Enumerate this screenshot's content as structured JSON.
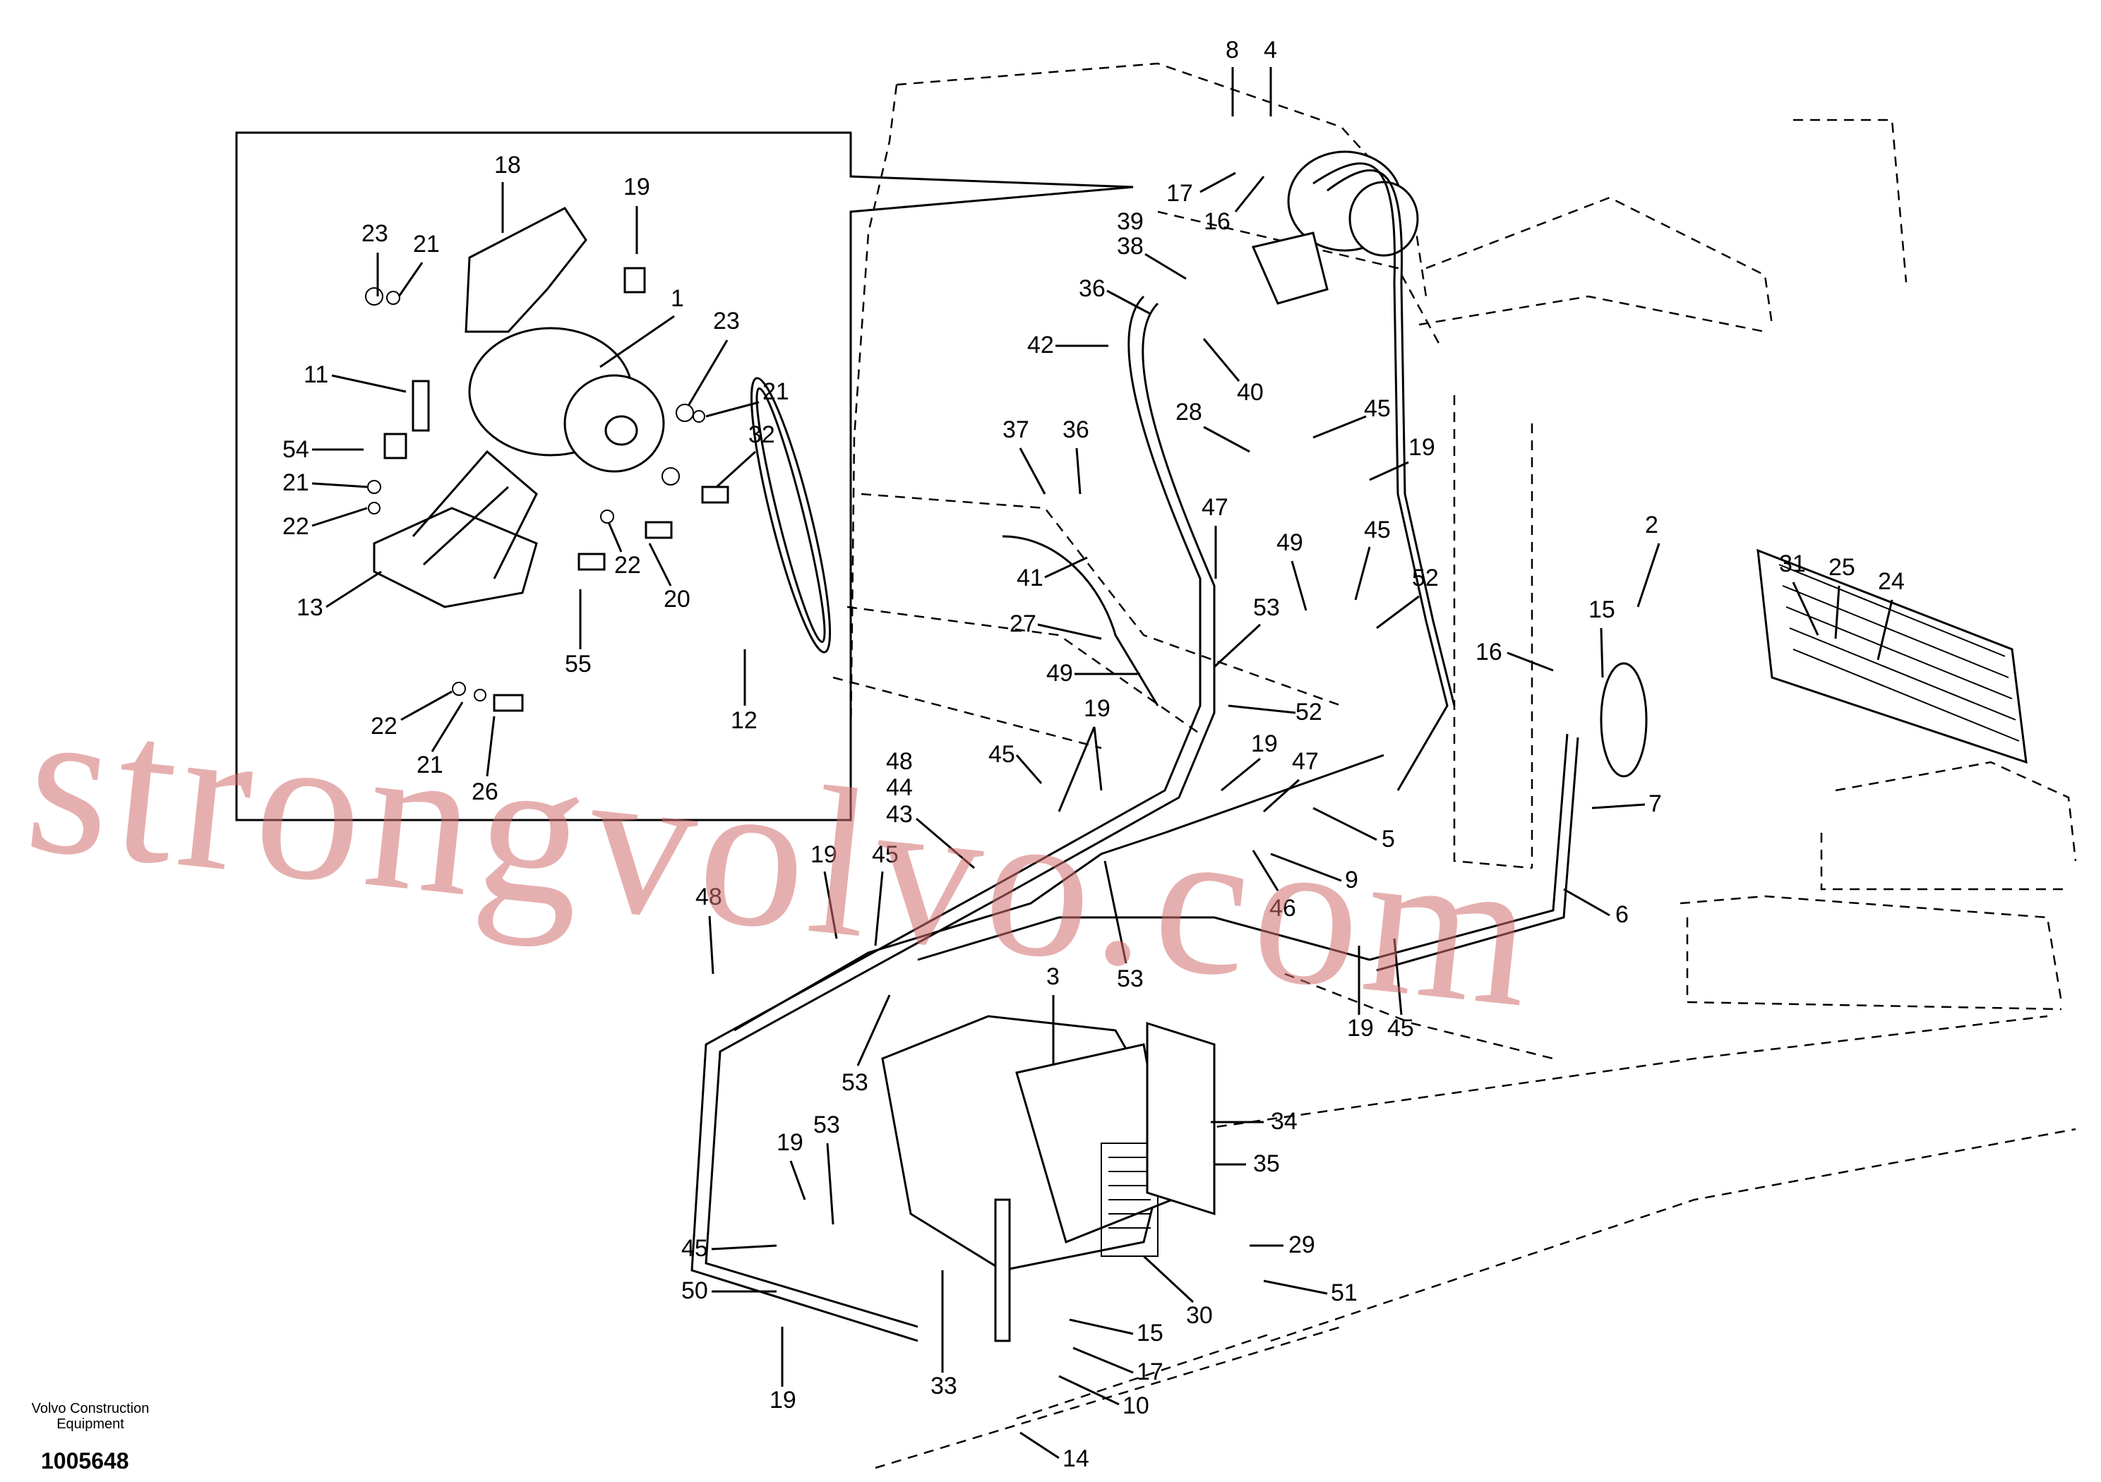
{
  "watermark": "strongvolvo.com",
  "credit": {
    "line1": "Volvo Construction",
    "line2": "Equipment"
  },
  "doc_number": "1005648",
  "callouts": {
    "c18": "18",
    "c19a": "19",
    "c23a": "23",
    "c21a": "21",
    "c1": "1",
    "c23b": "23",
    "c21b": "21",
    "c11": "11",
    "c32": "32",
    "c54": "54",
    "c21c": "21",
    "c22a": "22",
    "c13": "13",
    "c55": "55",
    "c22b": "22",
    "c20": "20",
    "c12": "12",
    "c22c": "22",
    "c21d": "21",
    "c26": "26",
    "c8": "8",
    "c4": "4",
    "c17a": "17",
    "c16a": "16",
    "c39": "39",
    "c38": "38",
    "c36a": "36",
    "c42": "42",
    "c40": "40",
    "c28": "28",
    "c45a": "45",
    "c19b": "19",
    "c37": "37",
    "c36b": "36",
    "c47a": "47",
    "c41": "41",
    "c49a": "49",
    "c45b": "45",
    "c52a": "52",
    "c2": "2",
    "c31": "31",
    "c25": "25",
    "c24": "24",
    "c27": "27",
    "c53a": "53",
    "c15a": "15",
    "c16b": "16",
    "c49b": "49",
    "c52b": "52",
    "c19c": "19",
    "c19d": "19",
    "c47b": "47",
    "c45c": "45",
    "c5": "5",
    "c7": "7",
    "c48a": "48",
    "c44": "44",
    "c43": "43",
    "c9": "9",
    "c46": "46",
    "c19e": "19",
    "c45d": "45",
    "c48b": "48",
    "c53b": "53",
    "c6": "6",
    "c19f": "19",
    "c45e": "45",
    "c3": "3",
    "c53c": "53",
    "c34": "34",
    "c19g": "19",
    "c53d": "53",
    "c35": "35",
    "c45f": "45",
    "c29": "29",
    "c50": "50",
    "c51": "51",
    "c30": "30",
    "c15b": "15",
    "c17b": "17",
    "c19h": "19",
    "c33": "33",
    "c10": "10",
    "c14": "14"
  }
}
